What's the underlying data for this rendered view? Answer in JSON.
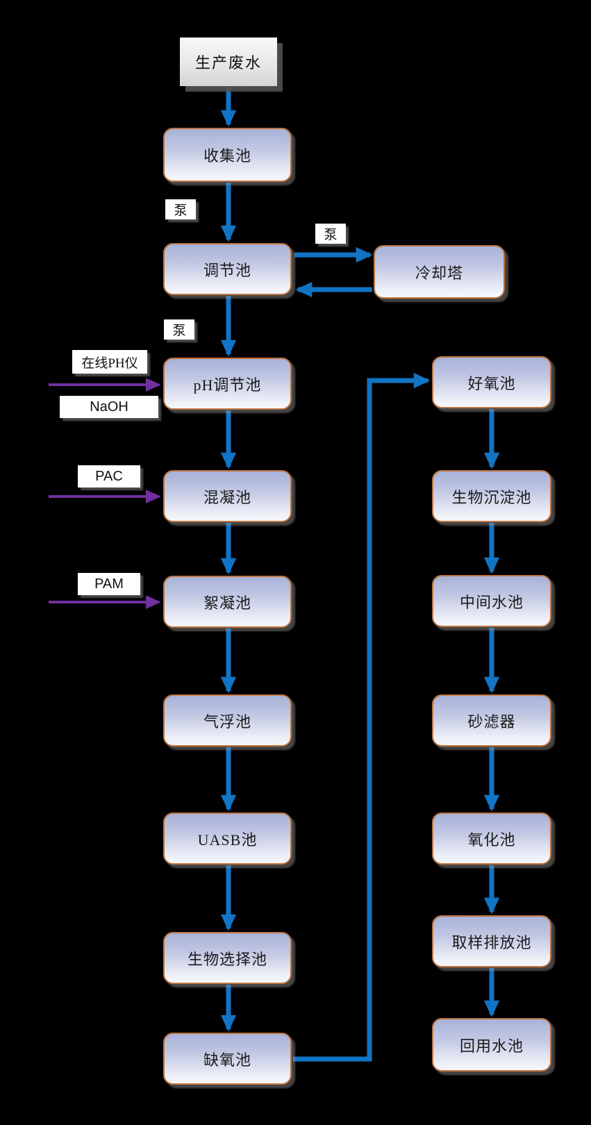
{
  "flowchart": {
    "background_color": "#000000",
    "colors": {
      "arrow_blue": "#1174C5",
      "arrow_purple": "#7030A0",
      "node_border": "#BF7540",
      "node_fill_top": "#A8B2D8",
      "node_fill_bottom": "#F6F7FC",
      "start_node_fill": "#E6E6E6",
      "tag_fill": "#FFFFFF",
      "text": "#1B1B1B"
    },
    "left_column": [
      {
        "id": "production-wastewater",
        "label": "生产废水"
      },
      {
        "id": "collection-tank",
        "label": "收集池"
      },
      {
        "id": "regulation-tank",
        "label": "调节池"
      },
      {
        "id": "ph-adjust-tank",
        "label": "pH调节池"
      },
      {
        "id": "coagulation-tank",
        "label": "混凝池"
      },
      {
        "id": "flocculation-tank",
        "label": "絮凝池"
      },
      {
        "id": "air-flotation-tank",
        "label": "气浮池"
      },
      {
        "id": "uasb-tank",
        "label": "UASB池"
      },
      {
        "id": "bio-selection-tank",
        "label": "生物选择池"
      },
      {
        "id": "anoxic-tank",
        "label": "缺氧池"
      }
    ],
    "right_column": [
      {
        "id": "cooling-tower",
        "label": "冷却塔"
      },
      {
        "id": "aerobic-tank",
        "label": "好氧池"
      },
      {
        "id": "bio-sedimentation-tank",
        "label": "生物沉淀池"
      },
      {
        "id": "intermediate-water-tank",
        "label": "中间水池"
      },
      {
        "id": "sand-filter",
        "label": "砂滤器"
      },
      {
        "id": "oxidation-tank",
        "label": "氧化池"
      },
      {
        "id": "sampling-discharge-tank",
        "label": "取样排放池"
      },
      {
        "id": "reuse-water-tank",
        "label": "回用水池"
      }
    ],
    "annotations": {
      "pump1": "泵",
      "pump2": "泵",
      "pump3": "泵",
      "online_ph_meter": "在线PH仪",
      "naoh": "NaOH",
      "pac": "PAC",
      "pam": "PAM"
    },
    "edges": [
      {
        "from": "production-wastewater",
        "to": "collection-tank",
        "color": "blue"
      },
      {
        "from": "collection-tank",
        "to": "regulation-tank",
        "color": "blue",
        "label": "泵"
      },
      {
        "from": "regulation-tank",
        "to": "cooling-tower",
        "color": "blue",
        "label": "泵"
      },
      {
        "from": "cooling-tower",
        "to": "regulation-tank",
        "color": "blue"
      },
      {
        "from": "regulation-tank",
        "to": "ph-adjust-tank",
        "color": "blue",
        "label": "泵"
      },
      {
        "from": "online-ph-meter/naoh",
        "to": "ph-adjust-tank",
        "color": "purple"
      },
      {
        "from": "ph-adjust-tank",
        "to": "coagulation-tank",
        "color": "blue"
      },
      {
        "from": "pac",
        "to": "coagulation-tank",
        "color": "purple"
      },
      {
        "from": "coagulation-tank",
        "to": "flocculation-tank",
        "color": "blue"
      },
      {
        "from": "pam",
        "to": "flocculation-tank",
        "color": "purple"
      },
      {
        "from": "flocculation-tank",
        "to": "air-flotation-tank",
        "color": "blue"
      },
      {
        "from": "air-flotation-tank",
        "to": "uasb-tank",
        "color": "blue"
      },
      {
        "from": "uasb-tank",
        "to": "bio-selection-tank",
        "color": "blue"
      },
      {
        "from": "bio-selection-tank",
        "to": "anoxic-tank",
        "color": "blue"
      },
      {
        "from": "anoxic-tank",
        "to": "aerobic-tank",
        "color": "blue"
      },
      {
        "from": "aerobic-tank",
        "to": "bio-sedimentation-tank",
        "color": "blue"
      },
      {
        "from": "bio-sedimentation-tank",
        "to": "intermediate-water-tank",
        "color": "blue"
      },
      {
        "from": "intermediate-water-tank",
        "to": "sand-filter",
        "color": "blue"
      },
      {
        "from": "sand-filter",
        "to": "oxidation-tank",
        "color": "blue"
      },
      {
        "from": "oxidation-tank",
        "to": "sampling-discharge-tank",
        "color": "blue"
      },
      {
        "from": "sampling-discharge-tank",
        "to": "reuse-water-tank",
        "color": "blue"
      }
    ]
  }
}
